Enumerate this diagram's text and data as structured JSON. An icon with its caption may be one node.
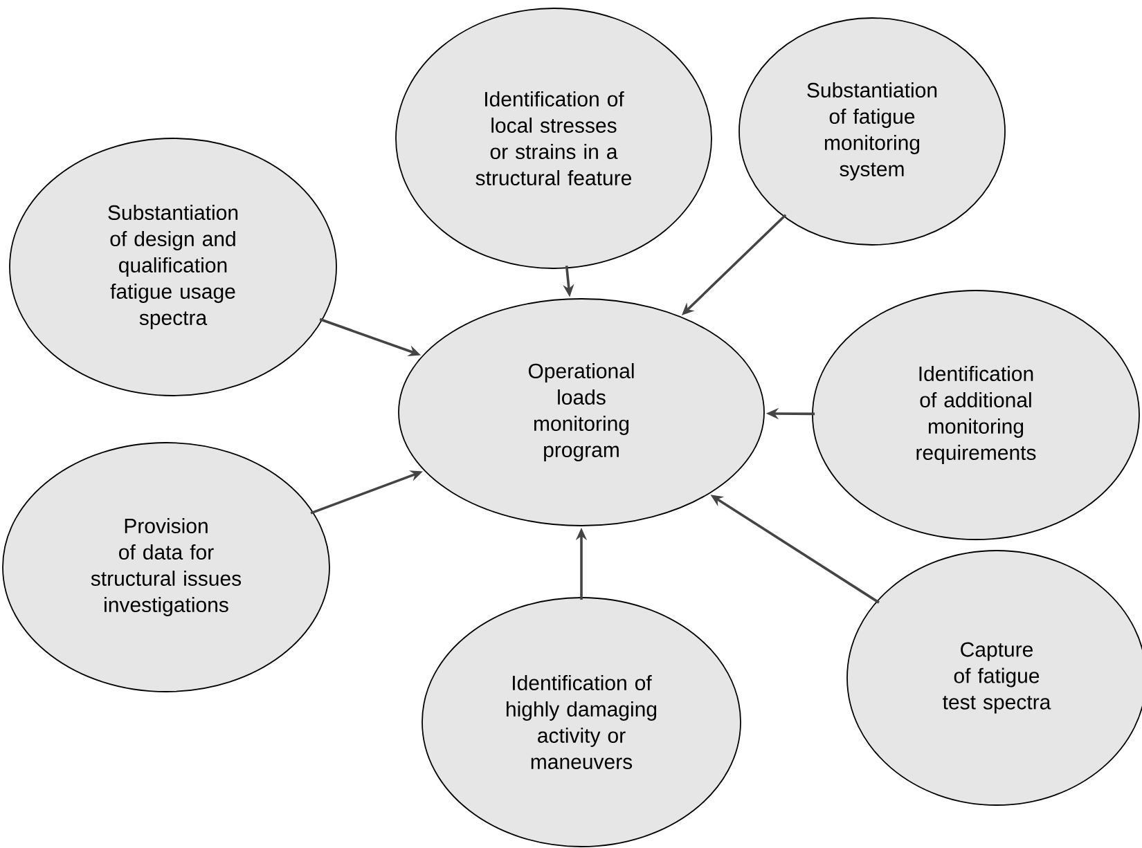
{
  "diagram": {
    "nodes": [
      {
        "text": [
          "Operational loads monitoring program"
        ]
      },
      {
        "text": [
          "Identification of local stresses or strains in a structural feature"
        ]
      },
      {
        "text": [
          "Substantiation of fatigue monitoring system"
        ]
      },
      {
        "text": [
          "Substantiation of design and qualification fatigue usage spectra"
        ]
      },
      {
        "text": [
          "Identification of additional monitoring requirements"
        ]
      },
      {
        "text": [
          "Provision of data for structural issues investigations"
        ]
      },
      {
        "text": [
          "Identification of highly damaging activity or maneuvers"
        ]
      },
      {
        "text": [
          "Capture of fatigue test spectra"
        ]
      }
    ],
    "edges": [
      {
        "from": 1,
        "to": 0,
        "arrow": "to"
      },
      {
        "from": 2,
        "to": 0,
        "arrow": "to"
      },
      {
        "from": 3,
        "to": 0,
        "arrow": "to"
      },
      {
        "from": 4,
        "to": 0,
        "arrow": "to"
      },
      {
        "from": 5,
        "to": 0,
        "arrow": "to"
      },
      {
        "from": 6,
        "to": 0,
        "arrow": "to"
      },
      {
        "from": 7,
        "to": 0,
        "arrow": "to"
      }
    ]
  }
}
